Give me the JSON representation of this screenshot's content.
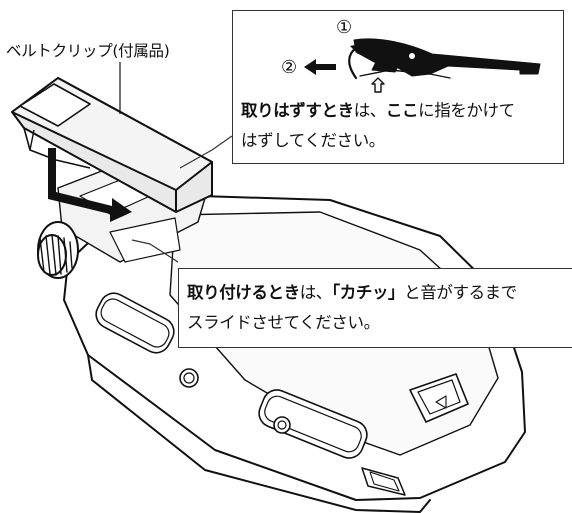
{
  "belt_clip_label": "ベルトクリップ(付属品)",
  "remove_callout": {
    "step1": "①",
    "step2": "②",
    "line1": [
      {
        "text": "取りはずすとき",
        "bold": true
      },
      {
        "text": "は、",
        "bold": false
      },
      {
        "text": "ここ",
        "bold": true
      },
      {
        "text": "に指をかけて",
        "bold": false
      }
    ],
    "line2": "はずしてください。"
  },
  "attach_callout": {
    "line1": [
      {
        "text": "取り付けるとき",
        "bold": true
      },
      {
        "text": "は、",
        "bold": false
      },
      {
        "text": "「カチッ」",
        "bold": true
      },
      {
        "text": "と音がするまで",
        "bold": false
      }
    ],
    "line2": "スライドさせてください。"
  }
}
